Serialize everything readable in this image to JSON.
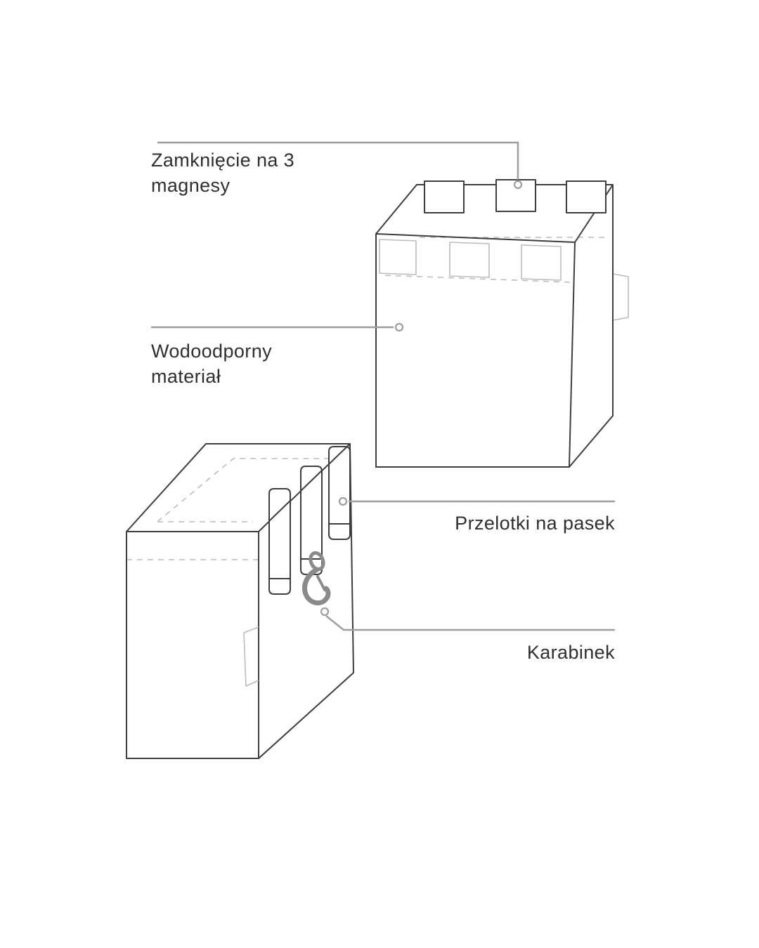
{
  "diagram": {
    "labels": {
      "magnets_line1": "Zamknięcie na 3",
      "magnets_line2": "magnesy",
      "material_line1": "Wodoodporny",
      "material_line2": "materiał",
      "belt_loops": "Przelotki na pasek",
      "carabiner": "Karabinek"
    },
    "colors": {
      "background": "#ffffff",
      "outline": "#3d3d3d",
      "outline_light": "#bcbcbc",
      "callout": "#9e9e9e",
      "carabiner_fill": "#8a8a8a",
      "text": "#2f2f2f"
    }
  }
}
